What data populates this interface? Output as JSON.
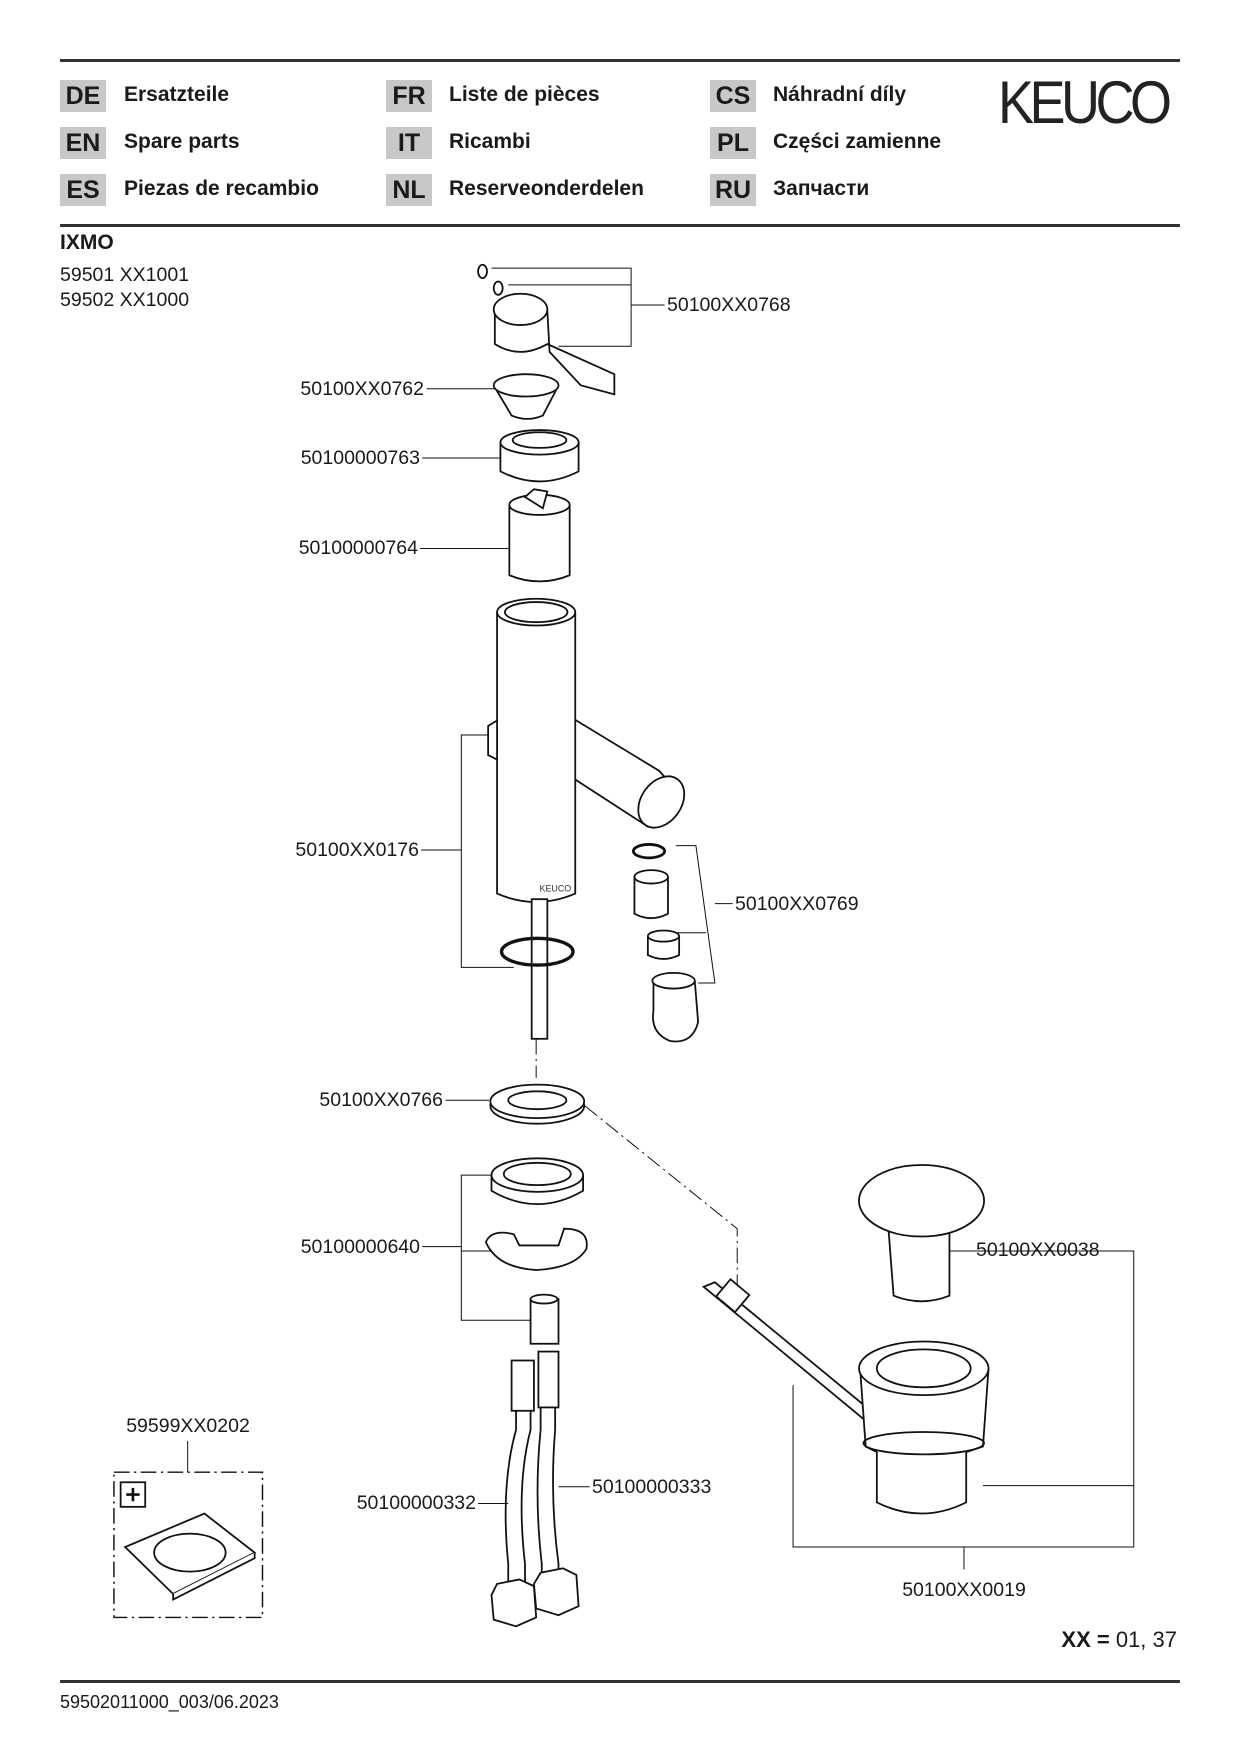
{
  "brand": "KEUCO",
  "languages": [
    {
      "code": "DE",
      "label": "Ersatzteile"
    },
    {
      "code": "EN",
      "label": "Spare parts"
    },
    {
      "code": "ES",
      "label": "Piezas de recambio"
    },
    {
      "code": "FR",
      "label": "Liste de pièces"
    },
    {
      "code": "IT",
      "label": "Ricambi"
    },
    {
      "code": "NL",
      "label": "Reserveonderdelen"
    },
    {
      "code": "CS",
      "label": "Náhradní díly"
    },
    {
      "code": "PL",
      "label": "Części zamienne"
    },
    {
      "code": "RU",
      "label": "Запчасти"
    }
  ],
  "product": {
    "name": "IXMO",
    "articles": [
      "59501 XX1001",
      "59502 XX1000"
    ]
  },
  "parts": {
    "p0768": "50100XX0768",
    "p0762": "50100XX0762",
    "p0763": "50100000763",
    "p0764": "50100000764",
    "p0176": "50100XX0176",
    "p0769": "50100XX0769",
    "p0766": "50100XX0766",
    "p0640": "50100000640",
    "p0038": "50100XX0038",
    "p0202": "59599XX0202",
    "p0332": "50100000332",
    "p0333": "50100000333",
    "p0019": "50100XX0019"
  },
  "variant": {
    "key": "XX =",
    "values": "01, 37"
  },
  "footer": "59502011000_003/06.2023"
}
